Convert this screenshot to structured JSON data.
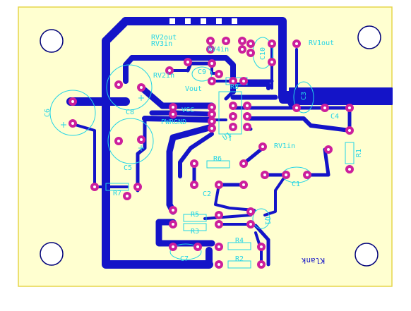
{
  "colors": {
    "board_fill": "#ffffd0",
    "board_edge": "#e6d64a",
    "copper": "#1414c8",
    "silk": "#22d4e6",
    "pad": "#cc1f9c",
    "hole": "#ffffff",
    "mount_hole": "#00007a"
  },
  "labels": {
    "rv2out": "RV2out",
    "rv3in": "RV3in",
    "rv4in": "RV4in",
    "rv1out": "RV1out",
    "rv2in": "RV2in",
    "vout": "Vout",
    "vcc": "VCC",
    "pwrgnd": "PWRGND",
    "rv1in": "RV1in",
    "c1": "C1",
    "c2": "C2",
    "c3": "C3",
    "c4": "C4",
    "c5": "C5",
    "c6": "C6",
    "c7": "C7",
    "c8": "C8",
    "c9": "C9",
    "c10": "C10",
    "r1": "R1",
    "r2": "R2",
    "r3": "R3",
    "r4": "R4",
    "r5": "R5",
    "r6": "R6",
    "r7": "R7",
    "r8": "R8",
    "u1": "U1",
    "q1": "Q1",
    "author": "Klank"
  },
  "icons": {
    "mount_hole": "circle-outline",
    "pad": "ring-pad",
    "polarity": "plus-sign"
  }
}
